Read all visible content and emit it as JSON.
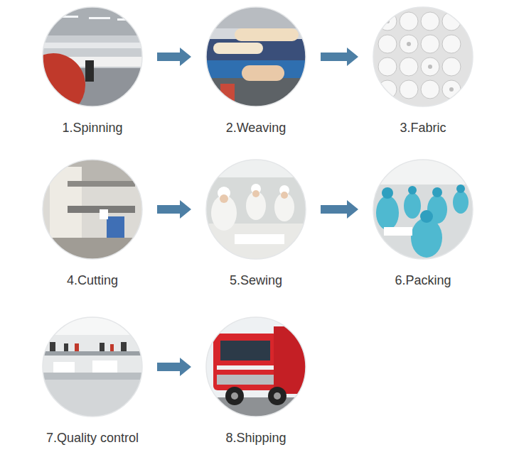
{
  "diagram": {
    "nodes": [
      {
        "text": [
          "1.Spinning"
        ]
      },
      {
        "text": [
          "2.Weaving"
        ]
      },
      {
        "text": [
          "3.Fabric"
        ]
      },
      {
        "text": [
          "4.Cutting"
        ]
      },
      {
        "text": [
          "5.Sewing"
        ]
      },
      {
        "text": [
          "6.Packing"
        ]
      },
      {
        "text": [
          "7.Quality control"
        ]
      },
      {
        "text": [
          "8.Shipping"
        ]
      }
    ],
    "edges": [
      {
        "from": 0,
        "to": 1,
        "arrow": "to"
      },
      {
        "from": 1,
        "to": 2,
        "arrow": "to"
      },
      {
        "from": 3,
        "to": 4,
        "arrow": "to"
      },
      {
        "from": 4,
        "to": 5,
        "arrow": "to"
      },
      {
        "from": 6,
        "to": 7,
        "arrow": "to"
      }
    ]
  }
}
